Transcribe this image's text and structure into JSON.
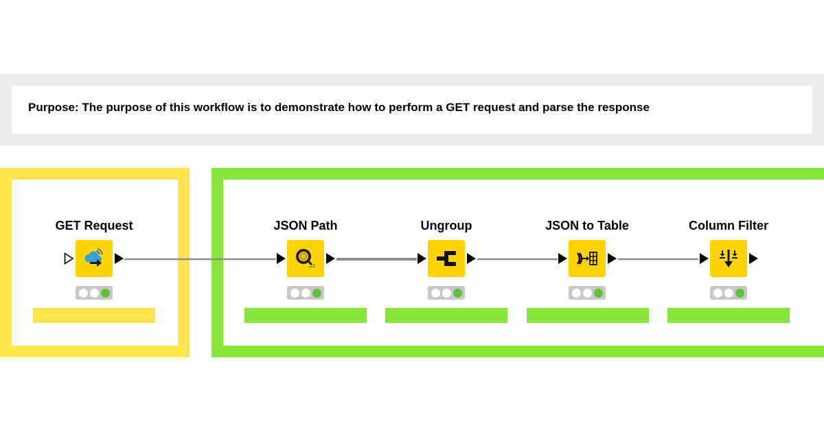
{
  "workflow": {
    "purpose": "Purpose: The purpose of this workflow is to demonstrate how to perform a GET request and parse the response"
  },
  "colors": {
    "node_fill": "#ffd400",
    "yellow_annotation": "#ffe44d",
    "green_annotation": "#86e63b",
    "purpose_band": "#ececea",
    "status_ok": "#5cc337"
  },
  "nodes": [
    {
      "label": "GET Request",
      "icon": "cloud-download-icon",
      "status": "executed",
      "comment_color": "#ffe44d"
    },
    {
      "label": "JSON Path",
      "icon": "json-path-icon",
      "status": "executed",
      "comment_color": "#86e63b"
    },
    {
      "label": "Ungroup",
      "icon": "ungroup-icon",
      "status": "executed",
      "comment_color": "#86e63b"
    },
    {
      "label": "JSON to Table",
      "icon": "json-to-table-icon",
      "status": "executed",
      "comment_color": "#86e63b"
    },
    {
      "label": "Column Filter",
      "icon": "column-filter-icon",
      "status": "executed",
      "comment_color": "#86e63b"
    }
  ]
}
